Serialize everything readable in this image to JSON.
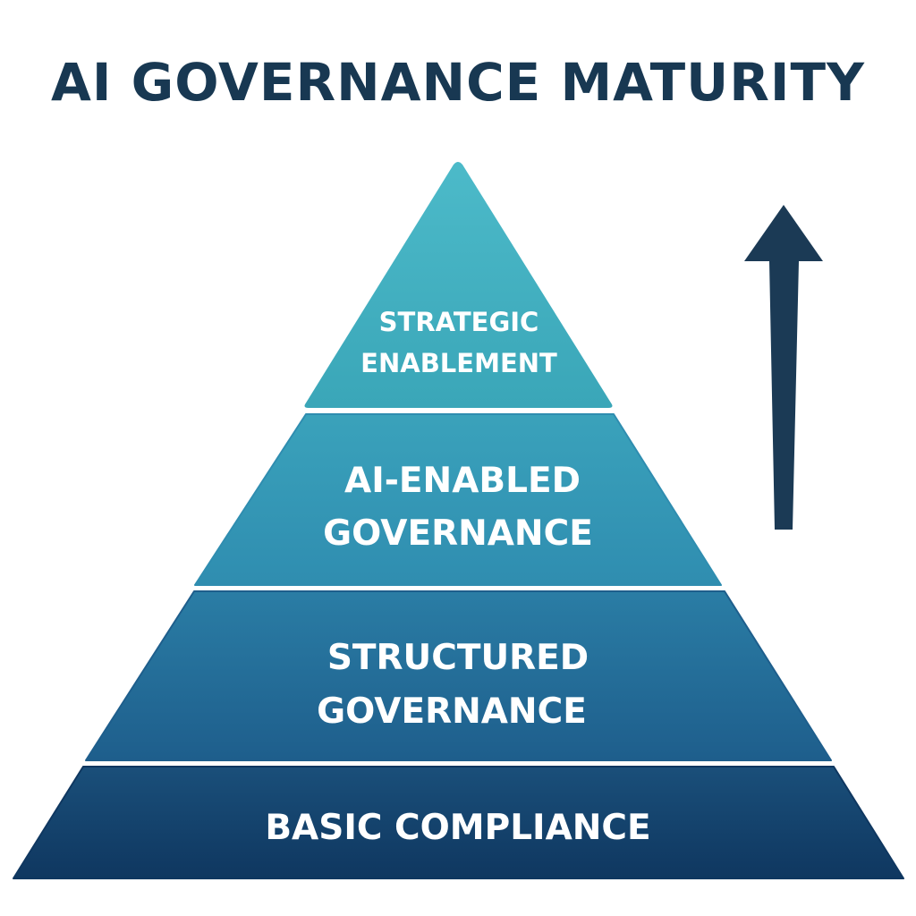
{
  "title": "AI GOVERNANCE MATURITY",
  "tiers": [
    {
      "line1": "STRATEGIC",
      "line2": "ENABLEMENT"
    },
    {
      "line1": "AI-ENABLED",
      "line2": "GOVERNANCE"
    },
    {
      "line1": "STRUCTURED",
      "line2": "GOVERNANCE"
    },
    {
      "line1": "BASIC COMPLIANCE"
    }
  ],
  "colors": {
    "title": "#183852",
    "arrow": "#1b3a55",
    "tier_1": [
      "#4cbac9",
      "#3aa6b8"
    ],
    "tier_2": [
      "#3aa2bb",
      "#2f8db0"
    ],
    "tier_3": [
      "#2a7da5",
      "#1e5e8c"
    ],
    "tier_4": [
      "#1a4f7a",
      "#0f3760"
    ]
  },
  "arrow_icon": "up-arrow-icon"
}
